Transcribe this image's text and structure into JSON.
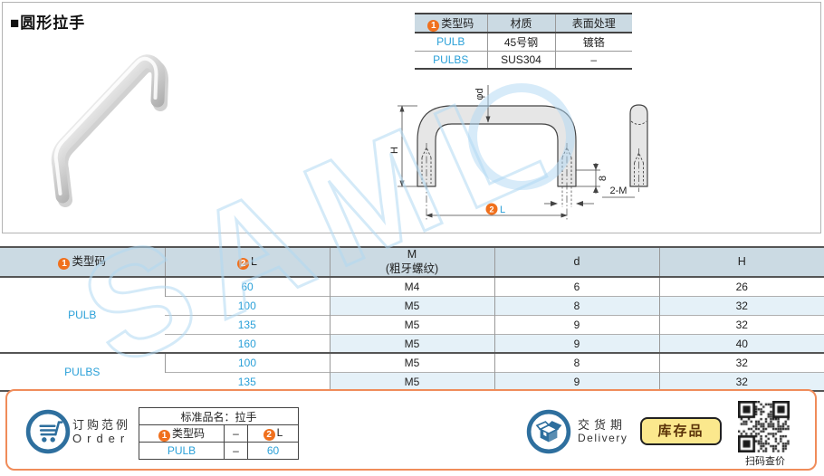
{
  "page": {
    "title": "■圆形拉手",
    "watermark_text": "SAML"
  },
  "colors": {
    "accent_orange": "#f0701d",
    "link_blue": "#2aa0d8",
    "table_header_bg": "#cbdae3",
    "stripe_bg": "#e5f1f8",
    "stock_badge_bg": "#fbe88d",
    "footer_border": "#f08c5a"
  },
  "spec_table": {
    "header": {
      "col1_badge": "1",
      "col1": "类型码",
      "col2": "材质",
      "col3": "表面处理"
    },
    "rows": [
      {
        "code": "PULB",
        "material": "45号钢",
        "finish": "镀铬"
      },
      {
        "code": "PULBS",
        "material": "SUS304",
        "finish": "–"
      }
    ]
  },
  "drawing": {
    "dia_label": "φd",
    "height_label": "H",
    "thread_depth_label": "8",
    "thread_label": "2-M",
    "length_badge": "2",
    "length_label": "L"
  },
  "main_table": {
    "header": {
      "col1_badge": "1",
      "col1": "类型码",
      "col2_badge": "2",
      "col2": "L",
      "col3_line1": "M",
      "col3_line2": "(粗牙螺纹)",
      "col4": "d",
      "col5": "H"
    },
    "groups": [
      {
        "code": "PULB",
        "rows": [
          {
            "l": "60",
            "m": "M4",
            "d": "6",
            "h": "26"
          },
          {
            "l": "100",
            "m": "M5",
            "d": "8",
            "h": "32"
          },
          {
            "l": "135",
            "m": "M5",
            "d": "9",
            "h": "32"
          },
          {
            "l": "160",
            "m": "M5",
            "d": "9",
            "h": "40"
          }
        ]
      },
      {
        "code": "PULBS",
        "rows": [
          {
            "l": "100",
            "m": "M5",
            "d": "8",
            "h": "32"
          },
          {
            "l": "135",
            "m": "M5",
            "d": "9",
            "h": "32"
          }
        ]
      }
    ]
  },
  "order": {
    "label_cn": "订购范例",
    "label_en": "Order",
    "table": {
      "title": "标准品名：拉手",
      "col1_badge": "1",
      "col1": "类型码",
      "sep": "–",
      "col2_badge": "2",
      "col2": "L",
      "example": {
        "code": "PULB",
        "sep": "–",
        "l": "60"
      }
    }
  },
  "delivery": {
    "label_cn": "交货期",
    "label_en": "Delivery",
    "stock_label": "库存品",
    "qr_caption": "扫码查价"
  },
  "icons": {
    "order": "cart-icon",
    "delivery": "package-icon",
    "price_check": "qr-code"
  }
}
